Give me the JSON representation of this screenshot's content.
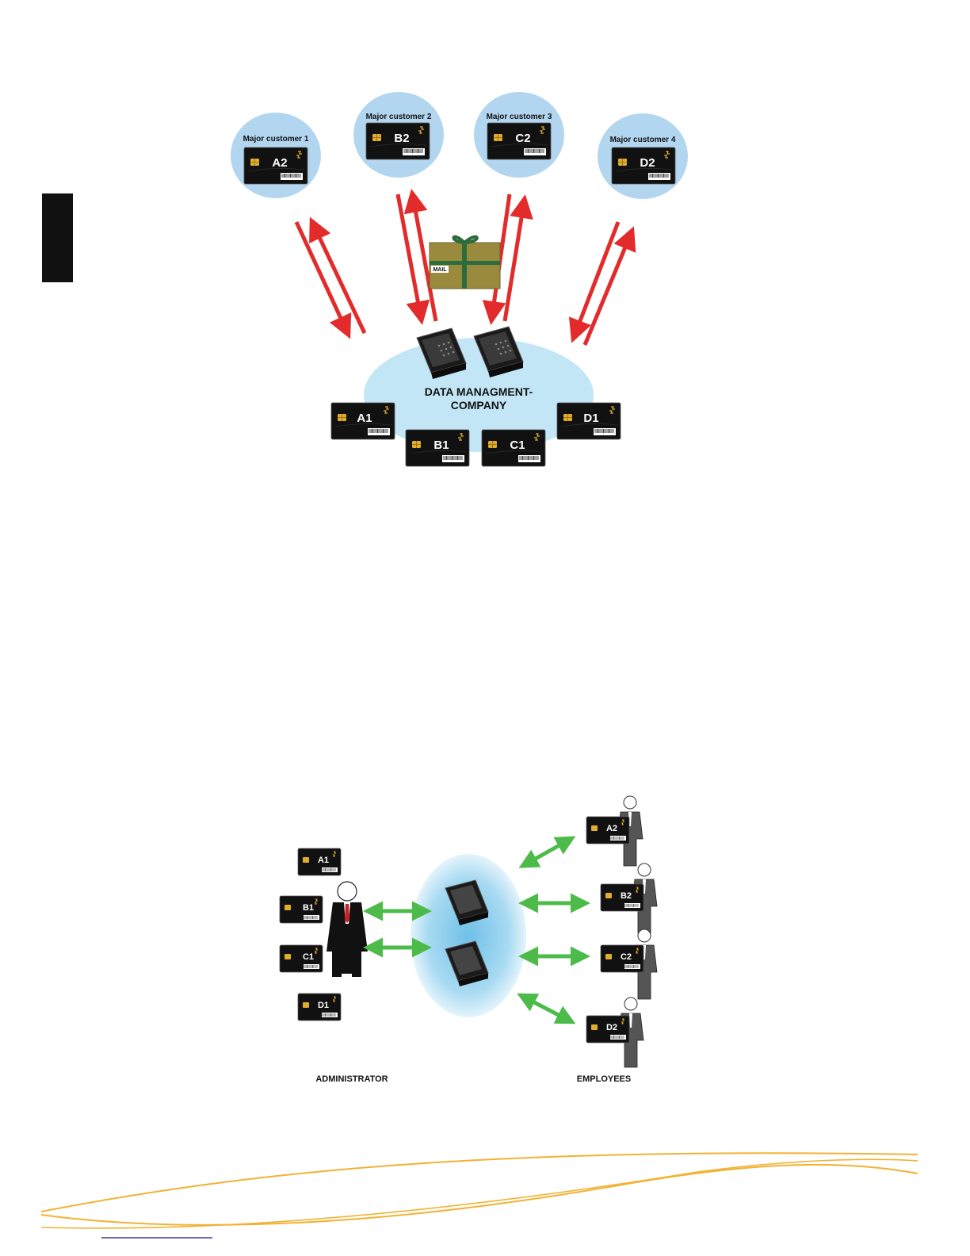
{
  "top_diagram": {
    "customers": [
      {
        "title": "Major customer 1",
        "card": "A2"
      },
      {
        "title": "Major customer 2",
        "card": "B2"
      },
      {
        "title": "Major customer 3",
        "card": "C2"
      },
      {
        "title": "Major customer 4",
        "card": "D2"
      }
    ],
    "package_label": "MAIL",
    "company_line1": "DATA MANAGMENT-",
    "company_line2": "COMPANY",
    "company_cards": [
      "A1",
      "B1",
      "C1",
      "D1"
    ]
  },
  "bottom_diagram": {
    "admin_cards": [
      "A1",
      "B1",
      "C1",
      "D1"
    ],
    "employee_cards": [
      "A2",
      "B2",
      "C2",
      "D2"
    ],
    "administrator_label": "ADMINISTRATOR",
    "employees_label": "EMPLOYEES"
  },
  "colors": {
    "side_tab": "#111111",
    "customer_circle": "#b3d6f0",
    "company_ellipse": "#c3e6f7",
    "red_arrow": "#e32b2b",
    "green_arrow": "#4dbb4a",
    "card": "#111111",
    "chip": "#e2ad2c",
    "package": "#9a8a3e",
    "ribbon": "#2c6b3c",
    "wave": "#f2b233",
    "footer_line": "#3a3aa0"
  }
}
